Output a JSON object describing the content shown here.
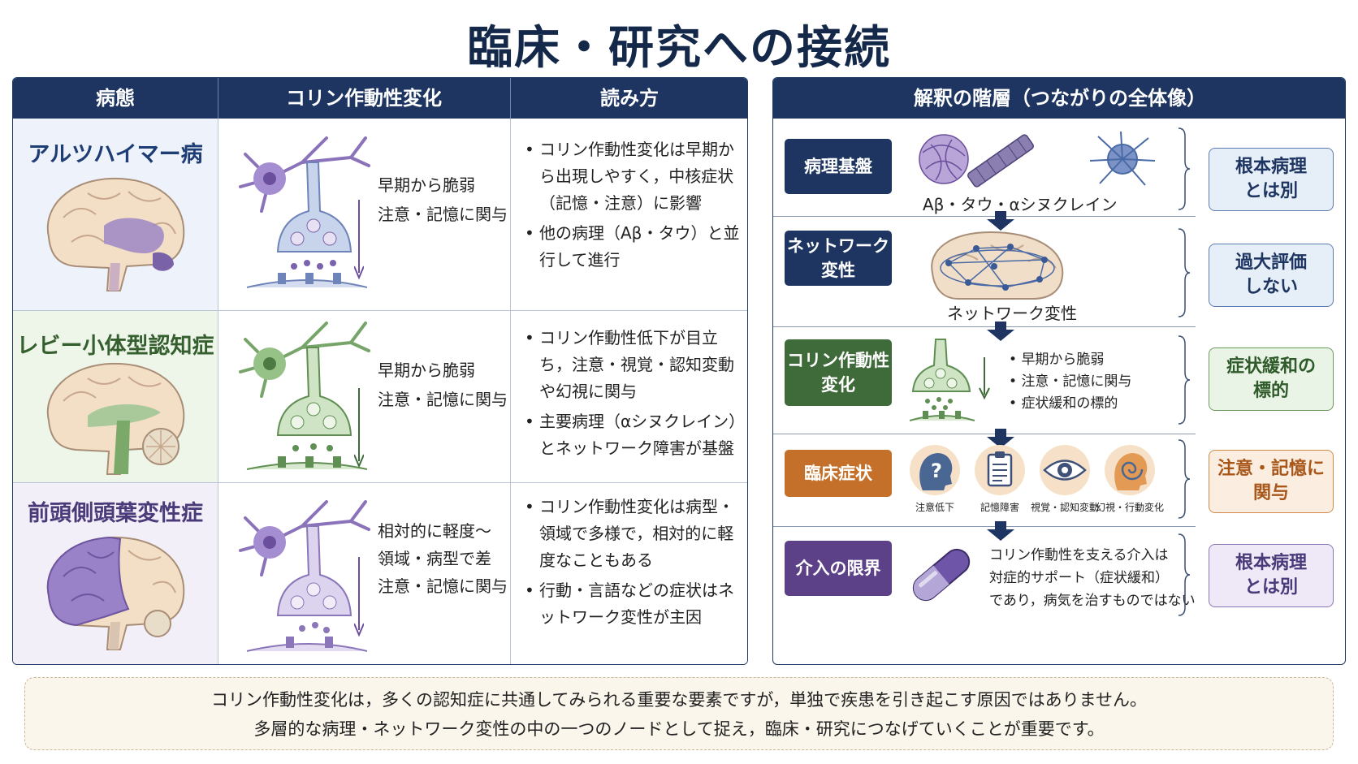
{
  "title": "臨床・研究への接続",
  "table": {
    "headers": [
      "病態",
      "コリン作動性変化",
      "読み方"
    ],
    "rows": [
      {
        "disease": "アルツハイマー病",
        "change_lines": [
          "早期から脆弱",
          "注意・記憶に関与"
        ],
        "reading": [
          "コリン作動性変化は早期から出現しやすく，中核症状（記憶・注意）に影響",
          "他の病理（Aβ・タウ）と並行して進行"
        ]
      },
      {
        "disease": "レビー小体型認知症",
        "change_lines": [
          "早期から脆弱",
          "注意・記憶に関与"
        ],
        "reading": [
          "コリン作動性低下が目立ち，注意・視覚・認知変動や幻視に関与",
          "主要病理（αシヌクレイン）とネットワーク障害が基盤"
        ]
      },
      {
        "disease": "前頭側頭葉変性症",
        "change_lines": [
          "相対的に軽度〜",
          "領域・病型で差",
          "注意・記憶に関与"
        ],
        "reading": [
          "コリン作動性変化は病型・領域で多様で，相対的に軽度なこともある",
          "行動・言語などの症状はネットワーク変性が主因"
        ]
      }
    ]
  },
  "hierarchy": {
    "header": "解釈の階層（つながりの全体像）",
    "layers": [
      {
        "tag": "病理基盤",
        "caption": "Aβ・タウ・αシヌクレイン",
        "result": "根本病理\nとは別"
      },
      {
        "tag": "ネットワーク\n変性",
        "caption": "ネットワーク変性",
        "result": "過大評価\nしない"
      },
      {
        "tag": "コリン作動性\n変化",
        "bullets": [
          "早期から脆弱",
          "注意・記憶に関与",
          "症状緩和の標的"
        ],
        "result": "症状緩和の\n標的"
      },
      {
        "tag": "臨床症状",
        "icons": [
          "注意低下",
          "記憶障害",
          "視覚・認知変動",
          "幻視・行動変化"
        ],
        "result": "注意・記憶に\n関与"
      },
      {
        "tag": "介入の限界",
        "text_lines": [
          "コリン作動性を支える介入は",
          "対症的サポート（症状緩和）",
          "であり，病気を治すものではない"
        ],
        "result": "根本病理\nとは別"
      }
    ]
  },
  "summary": [
    "コリン作動性変化は，多くの認知症に共通してみられる重要な要素ですが，単独で疾患を引き起こす原因ではありません。",
    "多層的な病理・ネットワーク変性の中の一つのノードとして捉え，臨床・研究につなげていくことが重要です。"
  ],
  "colors": {
    "navy": "#1d3560",
    "green": "#3f6b3a",
    "orange": "#c4702a",
    "purple": "#5c4188",
    "ad_text": "#1f3d75",
    "dlb_text": "#355f2e",
    "ftld_text": "#4a3a7a"
  }
}
